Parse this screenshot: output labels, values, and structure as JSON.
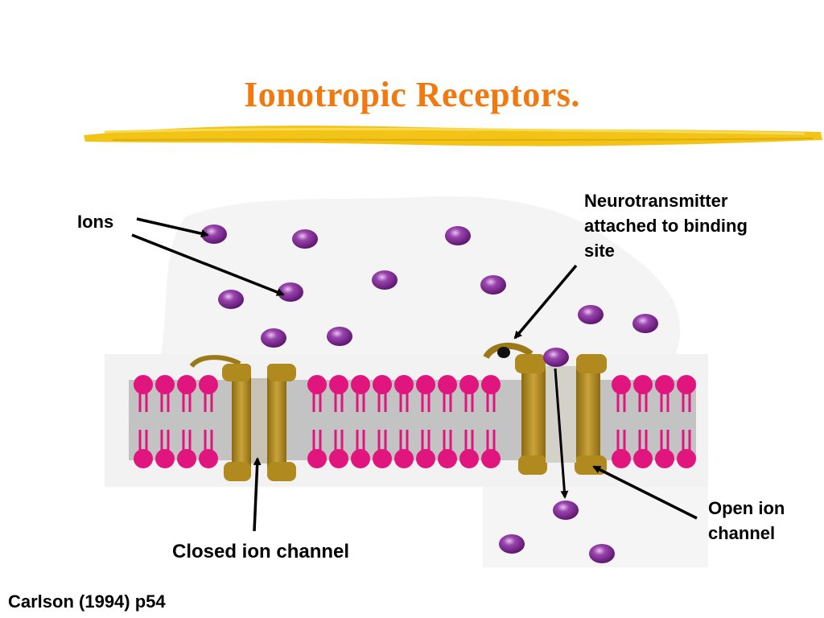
{
  "slide": {
    "title": "Ionotropic Receptors.",
    "citation": "Carlson (1994) p54"
  },
  "labels": {
    "ions": "Ions",
    "neurotransmitter": [
      "Neurotransmitter",
      "attached to binding",
      "site"
    ],
    "closed_channel": "Closed ion channel",
    "open_channel": [
      "Open ion",
      "channel"
    ]
  },
  "colors": {
    "title": "#f07a10",
    "underline": "#f2c418",
    "ion": "#7b2a8e",
    "phospholipid_head": "#e0157e",
    "membrane_core": "#c3c3c3",
    "channel_protein": "#b08a1e",
    "neurotransmitter": "#111111"
  },
  "icons": {
    "ion": "purple-sphere",
    "phospholipid": "pink-head-with-tails",
    "channel": "gold-protein-column",
    "arrow": "black-arrow"
  }
}
